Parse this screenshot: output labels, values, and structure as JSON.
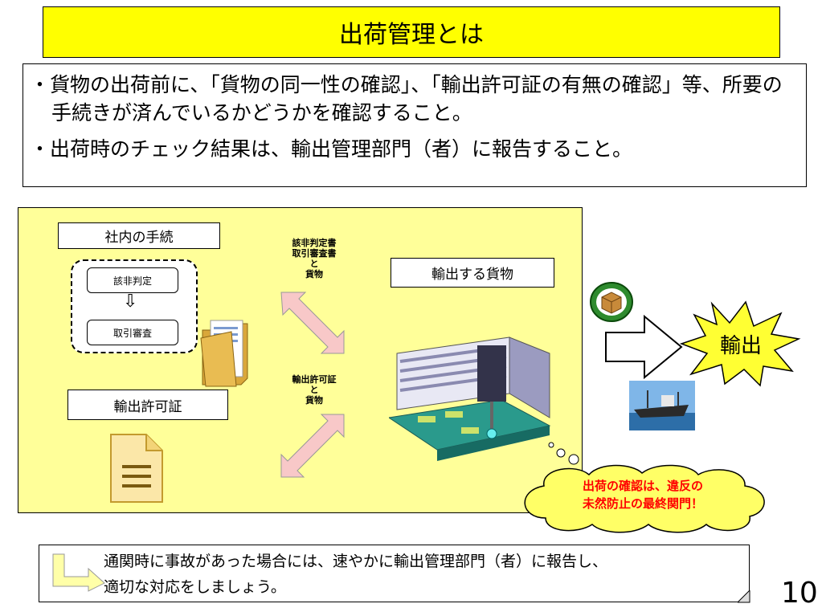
{
  "title": "出荷管理とは",
  "bullets": [
    "・貨物の出荷前に、「貨物の同一性の確認」、「輸出許可証の有無の確認」等、所要の手続きが済んでいるかどうかを確認すること。",
    "・出荷時のチェック結果は、輸出管理部門（者）に報告すること。"
  ],
  "diagram": {
    "internal_procedures_label": "社内の手続",
    "step1": "該非判定",
    "step2": "取引審査",
    "flow_arrow": "⇩",
    "export_license_label": "輸出許可証",
    "docs_top": [
      "該非判定書",
      "取引審査書",
      "と",
      "貨物"
    ],
    "docs_bottom": [
      "輸出許可証",
      "と",
      "貨物"
    ],
    "export_goods_label": "輸出する貨物",
    "export_burst": "輸出",
    "cloud_lines": [
      "出荷の確認は、違反の",
      "未然防止の最終関門！"
    ]
  },
  "note_lines": [
    "通関時に事故があった場合には、速やかに輸出管理部門（者）に報告し、",
    "適切な対応をしましょう。"
  ],
  "page_number": "10",
  "colors": {
    "title_bg": "#ffff00",
    "panel_bg": "#ffff99",
    "arrow_pink": "#f8c8c8",
    "cloud_bg": "#ffff66",
    "cloud_text": "#ff0000"
  }
}
